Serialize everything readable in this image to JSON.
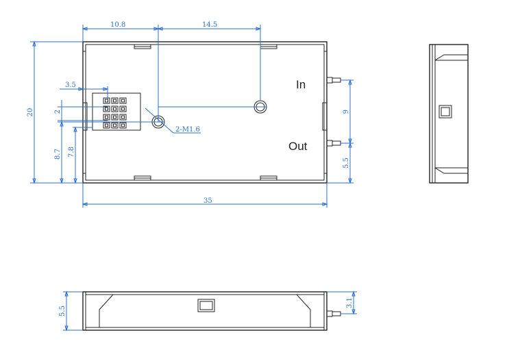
{
  "colors": {
    "outline": "#222222",
    "dimension": "#2a6fd0",
    "background": "#ffffff"
  },
  "front_view": {
    "port_in_label": "In",
    "port_out_label": "Out",
    "dims": {
      "hole_x_offset": "10.8",
      "hole_spacing": "14.5",
      "connector_width": "3.5",
      "total_height": "20",
      "connector_pitch": "2",
      "hole_y": "8.7",
      "connector_y": "7.8",
      "mount_hole": "2-M1.6",
      "total_length": "35",
      "port_spacing": "9",
      "port_out_y": "5.5"
    }
  },
  "bottom_view": {
    "dims": {
      "height": "5.5",
      "port_height": "3.1"
    }
  }
}
